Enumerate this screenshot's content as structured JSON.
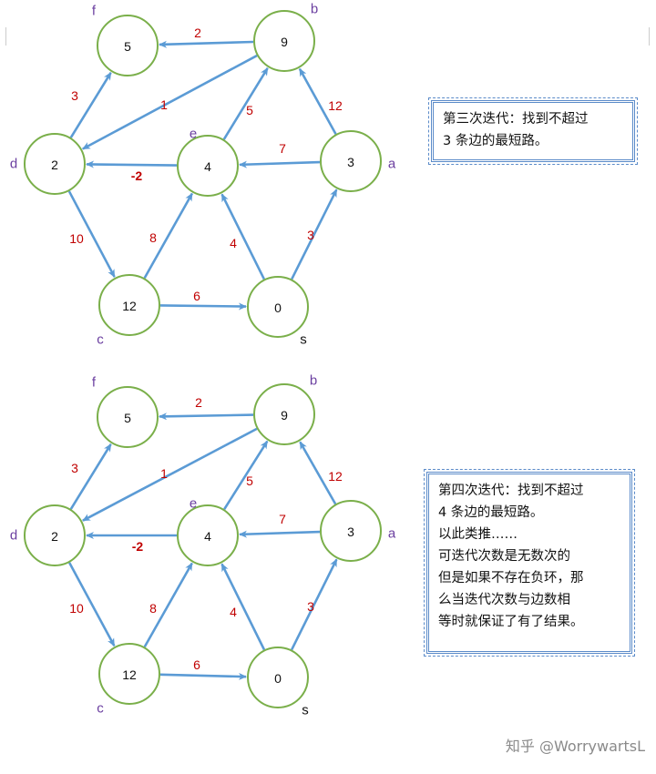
{
  "diagrams": [
    {
      "nodes": [
        {
          "id": "f",
          "value": "5",
          "name": "f"
        },
        {
          "id": "b",
          "value": "9",
          "name": "b"
        },
        {
          "id": "d",
          "value": "2",
          "name": "d"
        },
        {
          "id": "e",
          "value": "4",
          "name": "e"
        },
        {
          "id": "a",
          "value": "3",
          "name": "a"
        },
        {
          "id": "c",
          "value": "12",
          "name": "c"
        },
        {
          "id": "s",
          "value": "0",
          "name": "s"
        }
      ],
      "edges": [
        {
          "from": "b",
          "to": "f",
          "weight": "2"
        },
        {
          "from": "d",
          "to": "f",
          "weight": "3"
        },
        {
          "from": "b",
          "to": "d",
          "weight": "1"
        },
        {
          "from": "e",
          "to": "b",
          "weight": "5"
        },
        {
          "from": "a",
          "to": "b",
          "weight": "12"
        },
        {
          "from": "e",
          "to": "d",
          "weight": "-2"
        },
        {
          "from": "a",
          "to": "e",
          "weight": "7"
        },
        {
          "from": "d",
          "to": "c",
          "weight": "10"
        },
        {
          "from": "c",
          "to": "e",
          "weight": "8"
        },
        {
          "from": "s",
          "to": "e",
          "weight": "4"
        },
        {
          "from": "s",
          "to": "a",
          "weight": "3"
        },
        {
          "from": "c",
          "to": "s",
          "weight": "6"
        }
      ]
    },
    {
      "nodes": [
        {
          "id": "f",
          "value": "5",
          "name": "f"
        },
        {
          "id": "b",
          "value": "9",
          "name": "b"
        },
        {
          "id": "d",
          "value": "2",
          "name": "d"
        },
        {
          "id": "e",
          "value": "4",
          "name": "e"
        },
        {
          "id": "a",
          "value": "3",
          "name": "a"
        },
        {
          "id": "c",
          "value": "12",
          "name": "c"
        },
        {
          "id": "s",
          "value": "0",
          "name": "s"
        }
      ],
      "edges": [
        {
          "from": "b",
          "to": "f",
          "weight": "2"
        },
        {
          "from": "d",
          "to": "f",
          "weight": "3"
        },
        {
          "from": "b",
          "to": "d",
          "weight": "1"
        },
        {
          "from": "e",
          "to": "b",
          "weight": "5"
        },
        {
          "from": "a",
          "to": "b",
          "weight": "12"
        },
        {
          "from": "e",
          "to": "d",
          "weight": "-2"
        },
        {
          "from": "a",
          "to": "e",
          "weight": "7"
        },
        {
          "from": "d",
          "to": "c",
          "weight": "10"
        },
        {
          "from": "c",
          "to": "e",
          "weight": "8"
        },
        {
          "from": "s",
          "to": "e",
          "weight": "4"
        },
        {
          "from": "s",
          "to": "a",
          "weight": "3"
        },
        {
          "from": "c",
          "to": "s",
          "weight": "6"
        }
      ]
    }
  ],
  "notes": [
    {
      "lines": [
        "第三次迭代：找到不超过",
        "3 条边的最短路。"
      ]
    },
    {
      "lines": [
        "第四次迭代：找到不超过",
        "4 条边的最短路。",
        "以此类推……",
        "可迭代次数是无数次的",
        "但是如果不存在负环，那",
        "么当迭代次数与边数相",
        "等时就保证了有了结果。"
      ]
    }
  ],
  "watermark": "知乎 @WorrywartsL",
  "colors": {
    "node_stroke": "#7aaf4a",
    "edge": "#5b9bd5",
    "weight": "#c00000",
    "label": "#6b3fa0"
  }
}
